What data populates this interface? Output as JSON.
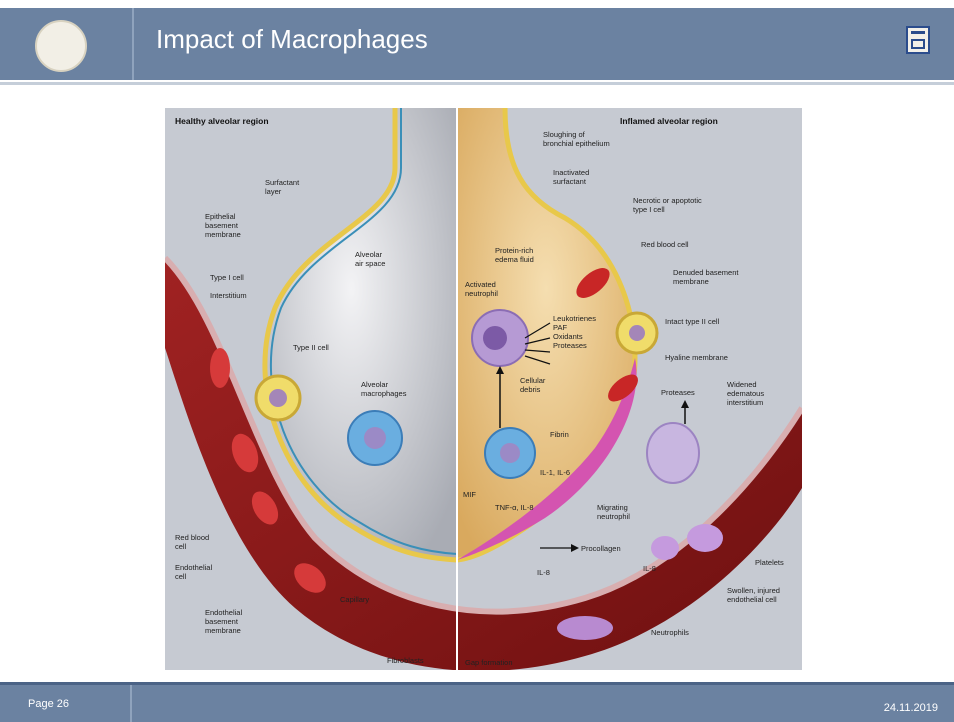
{
  "header": {
    "title": "Impact of Macrophages"
  },
  "figure": {
    "left_heading": "Healthy alveolar region",
    "right_heading": "Inflamed alveolar region",
    "labels": {
      "surfactant_layer": "Surfactant\nlayer",
      "epithelial_bm": "Epithelial\nbasement\nmembrane",
      "type_i_cell": "Type I cell",
      "interstitium": "Interstitium",
      "alveolar_air_space": "Alveolar\nair space",
      "type_ii_cell": "Type II cell",
      "alveolar_macrophages": "Alveolar\nmacrophages",
      "red_blood_cell_left": "Red blood\ncell",
      "endothelial_cell": "Endothelial\ncell",
      "endothelial_bm": "Endothelial\nbasement\nmembrane",
      "capillary": "Capillary",
      "fibroblasts": "Fibroblasts",
      "gap_formation": "Gap formation",
      "sloughing": "Sloughing of\nbronchial epithelium",
      "inactivated_surfactant": "Inactivated\nsurfactant",
      "necrotic": "Necrotic or apoptotic\ntype I cell",
      "red_blood_cell_right": "Red blood cell",
      "denuded_bm": "Denuded basement\nmembrane",
      "protein_rich": "Protein-rich\nedema fluid",
      "activated_neutrophil": "Activated\nneutrophil",
      "mediators": "Leukotrienes\nPAF\nOxidants\nProteases",
      "intact_type_ii": "Intact type II cell",
      "hyaline_membrane": "Hyaline membrane",
      "cellular_debris": "Cellular\ndebris",
      "proteases": "Proteases",
      "widened_interstitium": "Widened\nedematous\ninterstitium",
      "fibrin": "Fibrin",
      "il_tnf": "IL-1, IL-6",
      "mif": "MIF",
      "tnf": "TNF-α, IL-8",
      "migrating_neutrophil": "Migrating\nneutrophil",
      "procollagen": "Procollagen",
      "il8_a": "IL-8",
      "il8_b": "IL-8",
      "platelets": "Platelets",
      "swollen_endothelial": "Swollen, injured\nendothelial cell",
      "neutrophils": "Neutrophils"
    }
  },
  "footer": {
    "page": "Page 26",
    "date": "24.11.2019"
  }
}
